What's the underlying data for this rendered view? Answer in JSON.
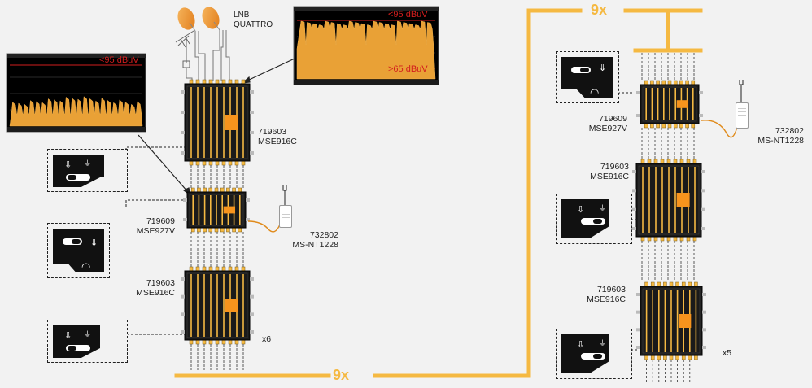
{
  "labels": {
    "lnb": "LNB\nQUATTRO",
    "spec_left_top": "<95 dBuV",
    "spec_right_top": "<95 dBuV",
    "spec_right_bottom": ">65 dBuV",
    "left_ms1_code": "719603",
    "left_ms1_model": "MSE916C",
    "left_amp_code": "719609",
    "left_amp_model": "MSE927V",
    "left_psu_code": "732802",
    "left_psu_model": "MS-NT1228",
    "left_ms2_code": "719603",
    "left_ms2_model": "MSE916C",
    "left_count": "x6",
    "bottom_mult": "9x",
    "top_mult": "9x",
    "right_amp_code": "719609",
    "right_amp_model": "MSE927V",
    "right_psu_code": "732802",
    "right_psu_model": "MS-NT1228",
    "right_ms1_code": "719603",
    "right_ms1_model": "MSE916C",
    "right_ms2_code": "719603",
    "right_ms2_model": "MSE916C",
    "right_count": "x5"
  },
  "icons": [
    "satellite-dish-icon",
    "terrestrial-antenna-icon",
    "power-plug-icon",
    "switch-icon",
    "termination-icon",
    "dial-icon"
  ],
  "colors": {
    "cable": "#f5b942",
    "accent": "#f7941d",
    "device": "#1a1a1a",
    "limit_line": "#d21e1e"
  }
}
